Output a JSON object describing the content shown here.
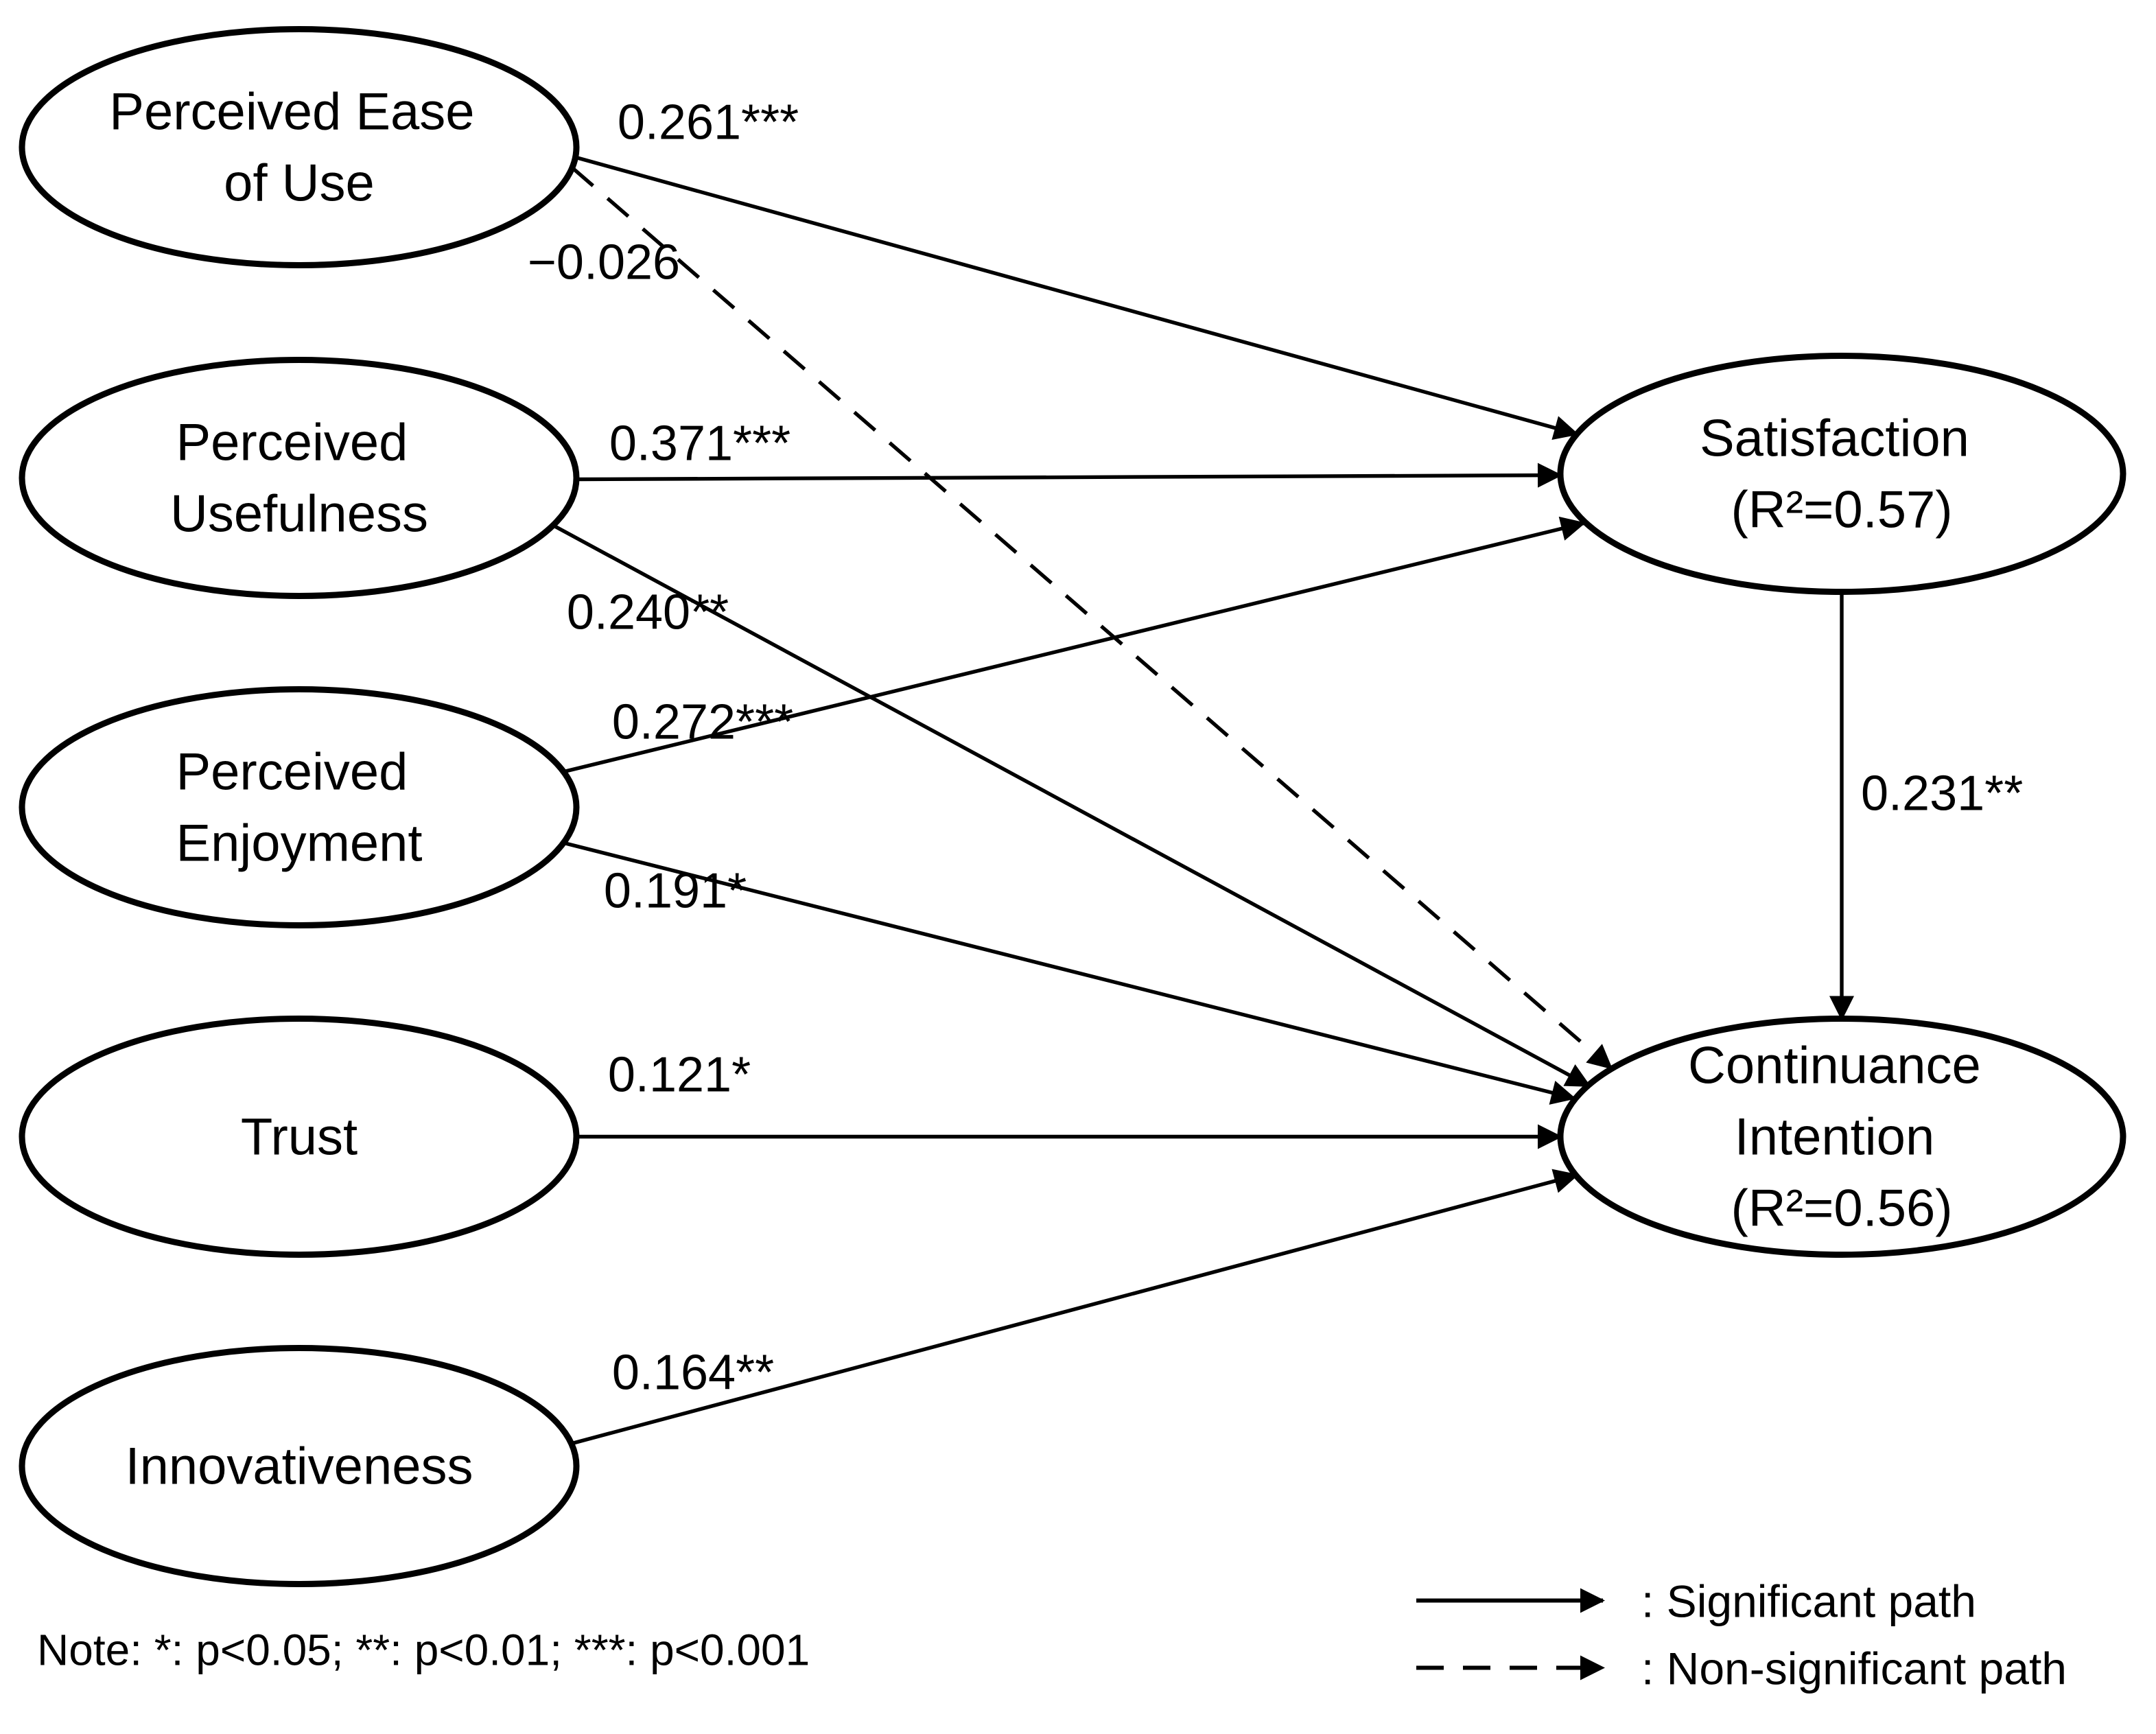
{
  "colors": {
    "ink": "#000000",
    "paper": "#ffffff"
  },
  "nodes": {
    "peu": {
      "lines": [
        "Perceived Ease",
        "of Use"
      ]
    },
    "pu": {
      "lines": [
        "Perceived",
        "Usefulness"
      ]
    },
    "pe": {
      "lines": [
        "Perceived",
        "Enjoyment"
      ]
    },
    "trust": {
      "lines": [
        "Trust"
      ]
    },
    "innovativeness": {
      "lines": [
        "Innovativeness"
      ]
    },
    "satisfaction": {
      "lines": [
        "Satisfaction",
        "(R²=0.57)"
      ]
    },
    "continuance_intention": {
      "lines": [
        "Continuance",
        "Intention",
        "(R²=0.56)"
      ]
    }
  },
  "paths": [
    {
      "from": "Perceived Ease of Use",
      "to": "Satisfaction",
      "coef": "0.261***",
      "style": "solid"
    },
    {
      "from": "Perceived Ease of Use",
      "to": "Continuance Intention",
      "coef": "−0.026",
      "style": "dashed"
    },
    {
      "from": "Perceived Usefulness",
      "to": "Satisfaction",
      "coef": "0.371***",
      "style": "solid"
    },
    {
      "from": "Perceived Usefulness",
      "to": "Continuance Intention",
      "coef": "0.240**",
      "style": "solid"
    },
    {
      "from": "Perceived Enjoyment",
      "to": "Satisfaction",
      "coef": "0.272***",
      "style": "solid"
    },
    {
      "from": "Perceived Enjoyment",
      "to": "Continuance Intention",
      "coef": "0.191*",
      "style": "solid"
    },
    {
      "from": "Trust",
      "to": "Continuance Intention",
      "coef": "0.121*",
      "style": "solid"
    },
    {
      "from": "Innovativeness",
      "to": "Continuance Intention",
      "coef": "0.164**",
      "style": "solid"
    },
    {
      "from": "Satisfaction",
      "to": "Continuance Intention",
      "coef": "0.231**",
      "style": "solid"
    }
  ],
  "legend": {
    "significant": ": Significant path",
    "nonsignificant": ": Non-significant path"
  },
  "note": "Note: *: p<0.05; **: p<0.01; ***: p<0.001"
}
